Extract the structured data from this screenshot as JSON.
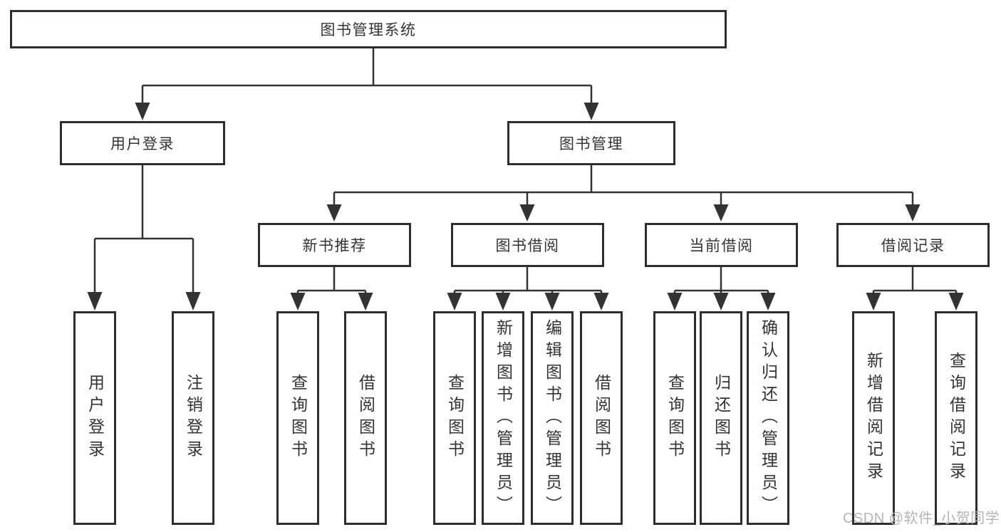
{
  "diagram_type": "hierarchy-tree",
  "colors": {
    "line": "#333333",
    "box_border": "#2e2e2e",
    "text": "#333333",
    "background": "#ffffff",
    "watermark": "#b4b4b4"
  },
  "watermark": "CSDN @软件_小贺同学",
  "tree": {
    "label": "图书管理系统",
    "children": [
      {
        "label": "用户登录",
        "children": [
          {
            "label": "用户登录"
          },
          {
            "label": "注销登录"
          }
        ]
      },
      {
        "label": "图书管理",
        "children": [
          {
            "label": "新书推荐",
            "children": [
              {
                "label": "查询图书"
              },
              {
                "label": "借阅图书"
              }
            ]
          },
          {
            "label": "图书借阅",
            "children": [
              {
                "label": "查询图书"
              },
              {
                "label": "新增图书（管理员）"
              },
              {
                "label": "编辑图书（管理员）"
              },
              {
                "label": "借阅图书"
              }
            ]
          },
          {
            "label": "当前借阅",
            "children": [
              {
                "label": "查询图书"
              },
              {
                "label": "归还图书"
              },
              {
                "label": "确认归还（管理员）"
              }
            ]
          },
          {
            "label": "借阅记录",
            "children": [
              {
                "label": "新增借阅记录"
              },
              {
                "label": "查询借阅记录"
              }
            ]
          }
        ]
      }
    ]
  }
}
